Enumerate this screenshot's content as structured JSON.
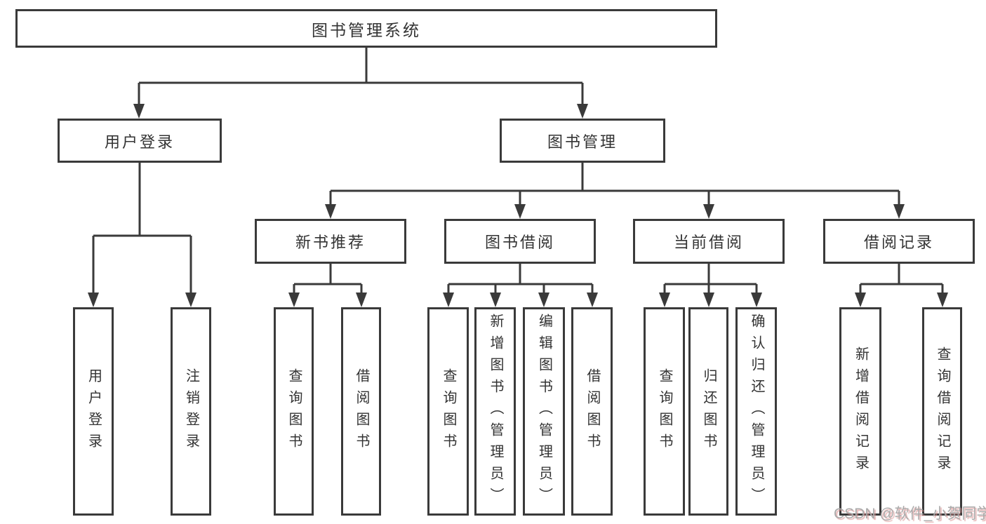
{
  "diagram": {
    "root": {
      "label": "图书管理系统"
    },
    "level2": [
      {
        "label": "用户登录"
      },
      {
        "label": "图书管理"
      }
    ],
    "level3": [
      {
        "label": "新书推荐"
      },
      {
        "label": "图书借阅"
      },
      {
        "label": "当前借阅"
      },
      {
        "label": "借阅记录"
      }
    ],
    "leaves": [
      {
        "label": "用户登录"
      },
      {
        "label": "注销登录"
      },
      {
        "label": "查询图书"
      },
      {
        "label": "借阅图书"
      },
      {
        "label": "查询图书"
      },
      {
        "label": "新增图书（管理员）"
      },
      {
        "label": "编辑图书（管理员）"
      },
      {
        "label": "借阅图书"
      },
      {
        "label": "查询图书"
      },
      {
        "label": "归还图书"
      },
      {
        "label": "确认归还（管理员）"
      },
      {
        "label": "新增借阅记录"
      },
      {
        "label": "查询借阅记录"
      }
    ]
  },
  "watermark": {
    "text": "CSDN @软件_小贺同学"
  },
  "colors": {
    "line": "#3a3a3a",
    "box_border": "#3a3a3a",
    "text": "#333333",
    "background": "#ffffff",
    "watermark_gray": "#ababab",
    "watermark_red": "#d98c8c"
  }
}
